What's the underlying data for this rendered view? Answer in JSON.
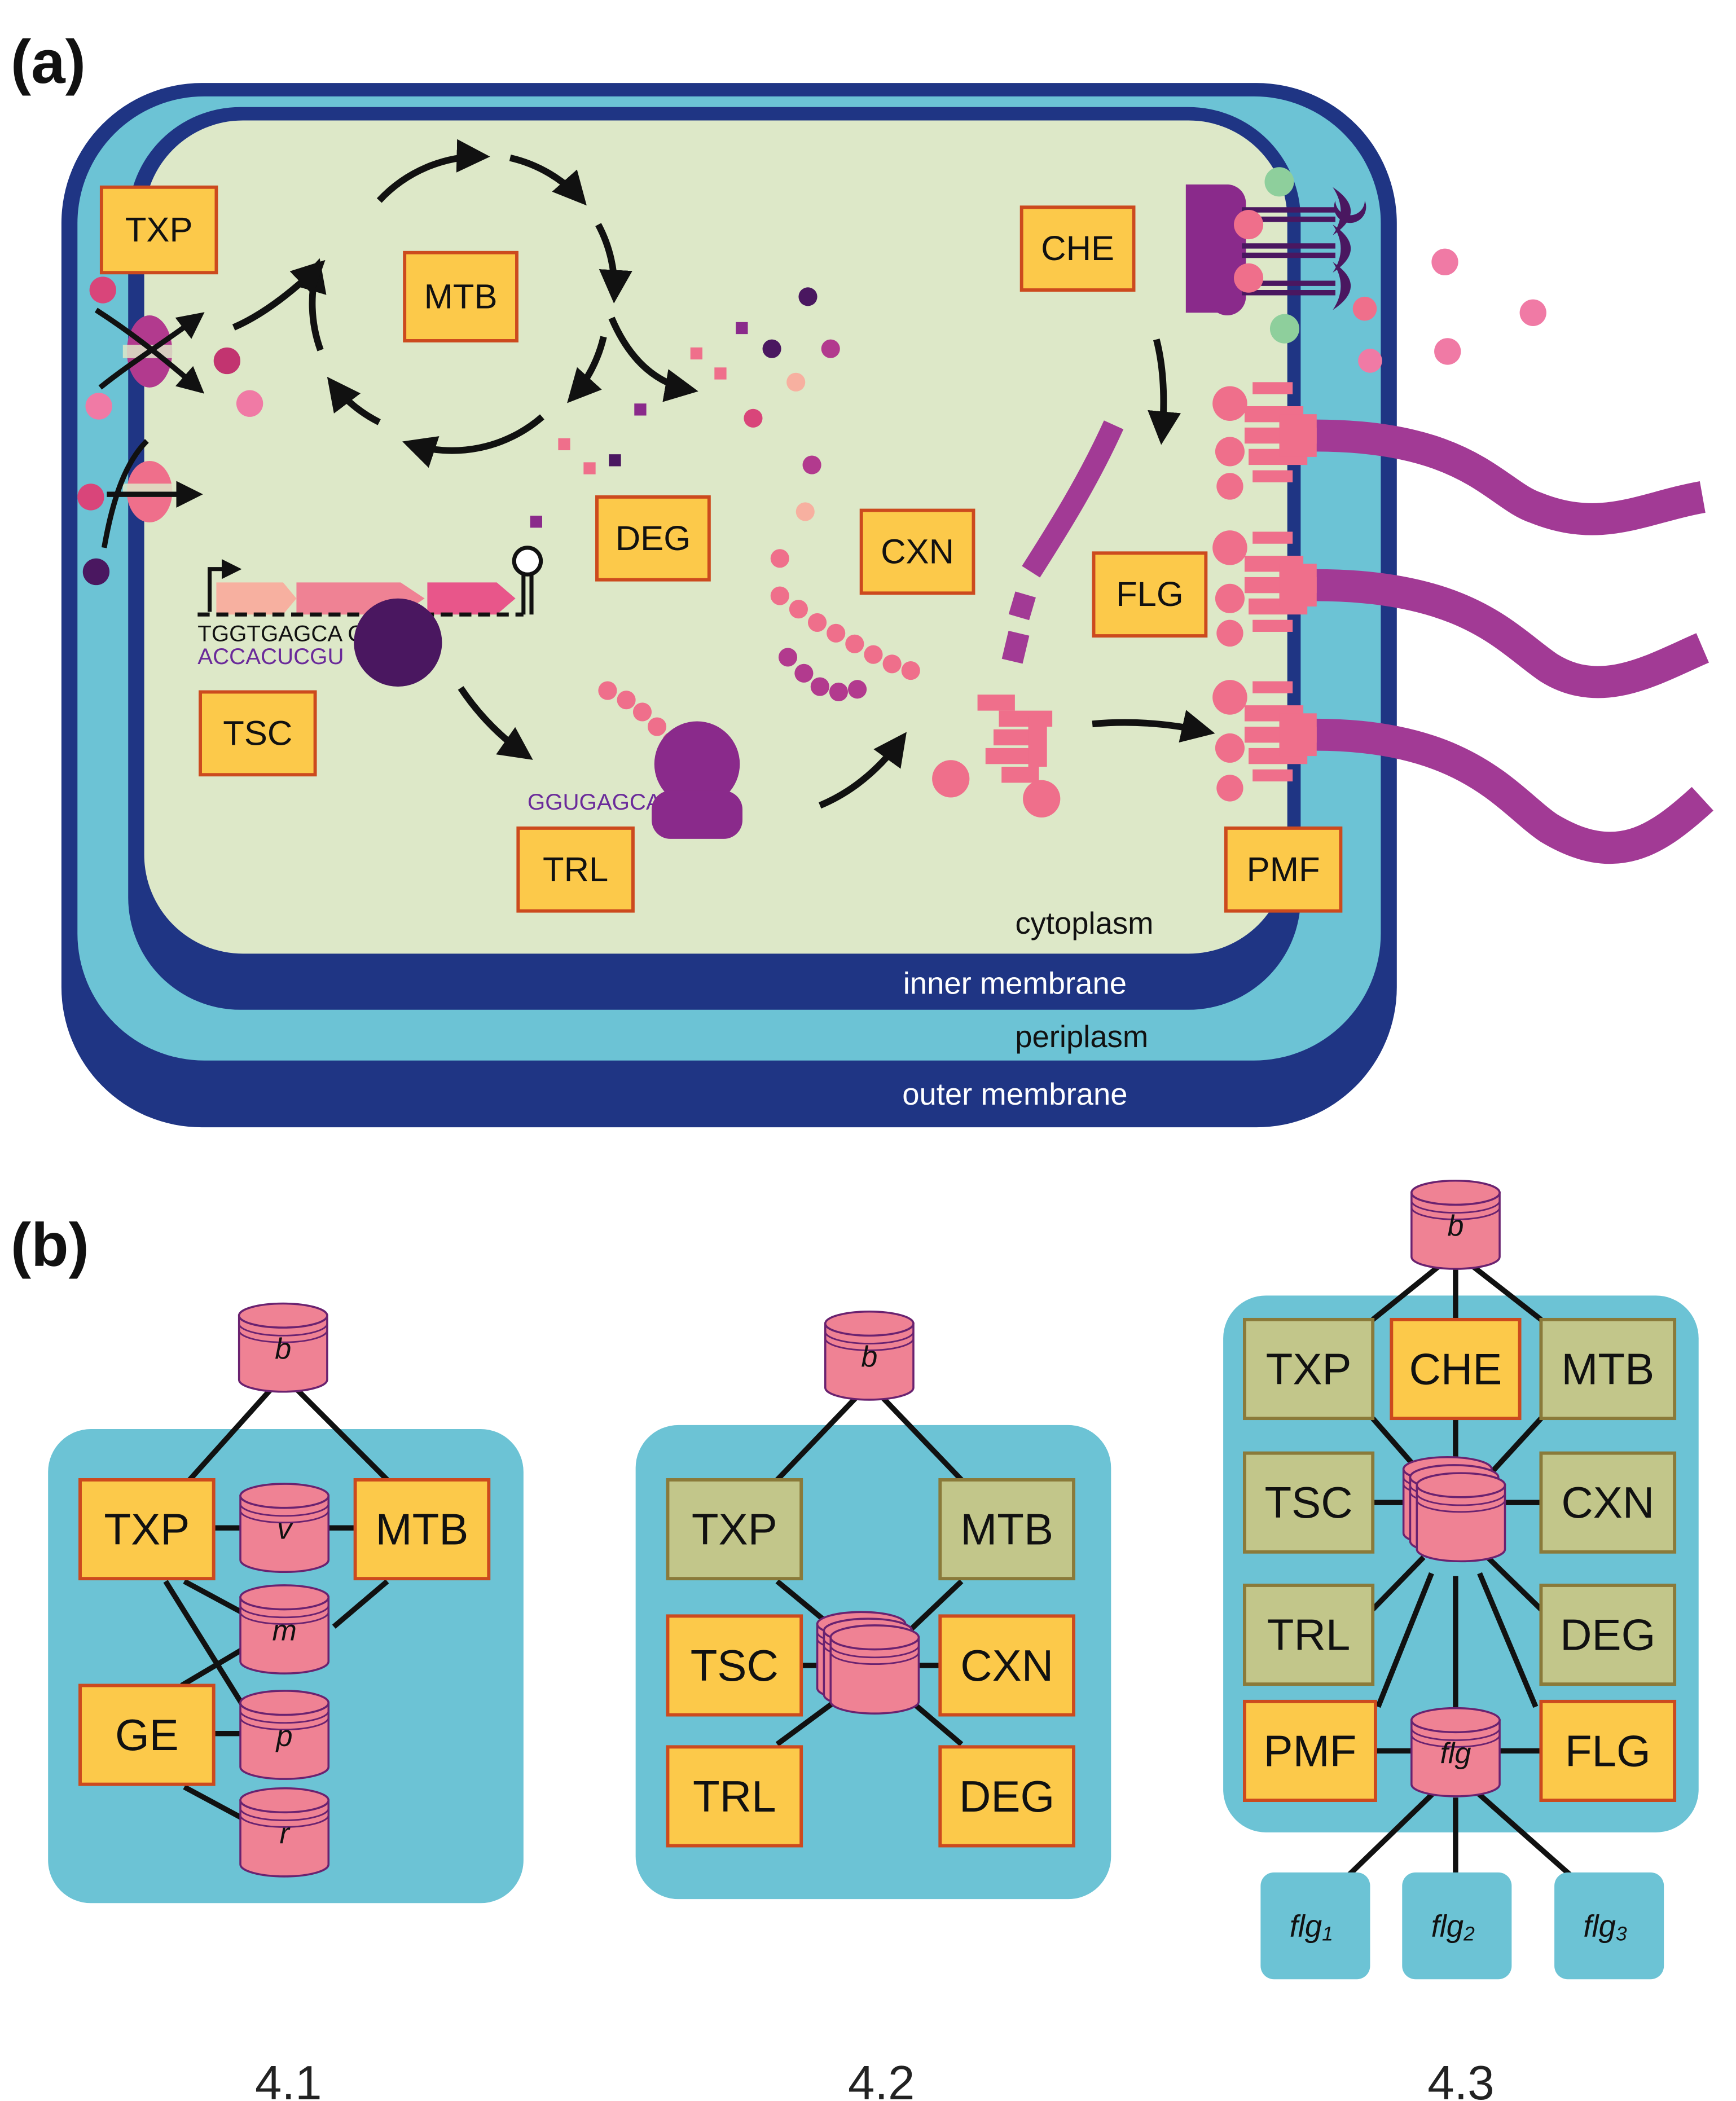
{
  "panels": {
    "a": "(a)",
    "b": "(b)"
  },
  "cell": {
    "modules": [
      {
        "id": "TXP",
        "label": "TXP"
      },
      {
        "id": "MTB",
        "label": "MTB"
      },
      {
        "id": "CHE",
        "label": "CHE"
      },
      {
        "id": "DEG",
        "label": "DEG"
      },
      {
        "id": "CXN",
        "label": "CXN"
      },
      {
        "id": "FLG",
        "label": "FLG"
      },
      {
        "id": "TSC",
        "label": "TSC"
      },
      {
        "id": "TRL",
        "label": "TRL"
      },
      {
        "id": "PMF",
        "label": "PMF"
      }
    ],
    "regions": {
      "cytoplasm": "cytoplasm",
      "inner_membrane": "inner membrane",
      "periplasm": "periplasm",
      "outer_membrane": "outer membrane"
    },
    "dna_top": "TGGTGAGCA      CGAG",
    "dna_bottom": "ACCACUCGU",
    "mrna": "GGUGAGCA      GCGA",
    "colors": {
      "outer_membrane": "#1f3584",
      "periplasm": "#6cc3d5",
      "cytoplasm": "#dde8c8",
      "module_fill": "#fcc94a",
      "module_border": "#cc4a1e",
      "pink": "#ef6f8b",
      "purple": "#8a2a8b",
      "dark_purple": "#4a1760"
    }
  },
  "models": [
    {
      "label": "4.1",
      "hub": "b",
      "modules": [
        "TXP",
        "MTB",
        "GE"
      ],
      "stores": [
        "v",
        "m",
        "p",
        "r"
      ]
    },
    {
      "label": "4.2",
      "hub": "b",
      "modules": [
        "TXP",
        "MTB",
        "TSC",
        "CXN",
        "TRL",
        "DEG"
      ]
    },
    {
      "label": "4.3",
      "hub": "b",
      "modules": [
        "TXP",
        "CHE",
        "MTB",
        "TSC",
        "CXN",
        "TRL",
        "DEG",
        "PMF",
        "FLG"
      ],
      "store": "flg",
      "subs": [
        {
          "base": "flg",
          "sub": "1"
        },
        {
          "base": "flg",
          "sub": "2"
        },
        {
          "base": "flg",
          "sub": "3"
        }
      ]
    }
  ]
}
